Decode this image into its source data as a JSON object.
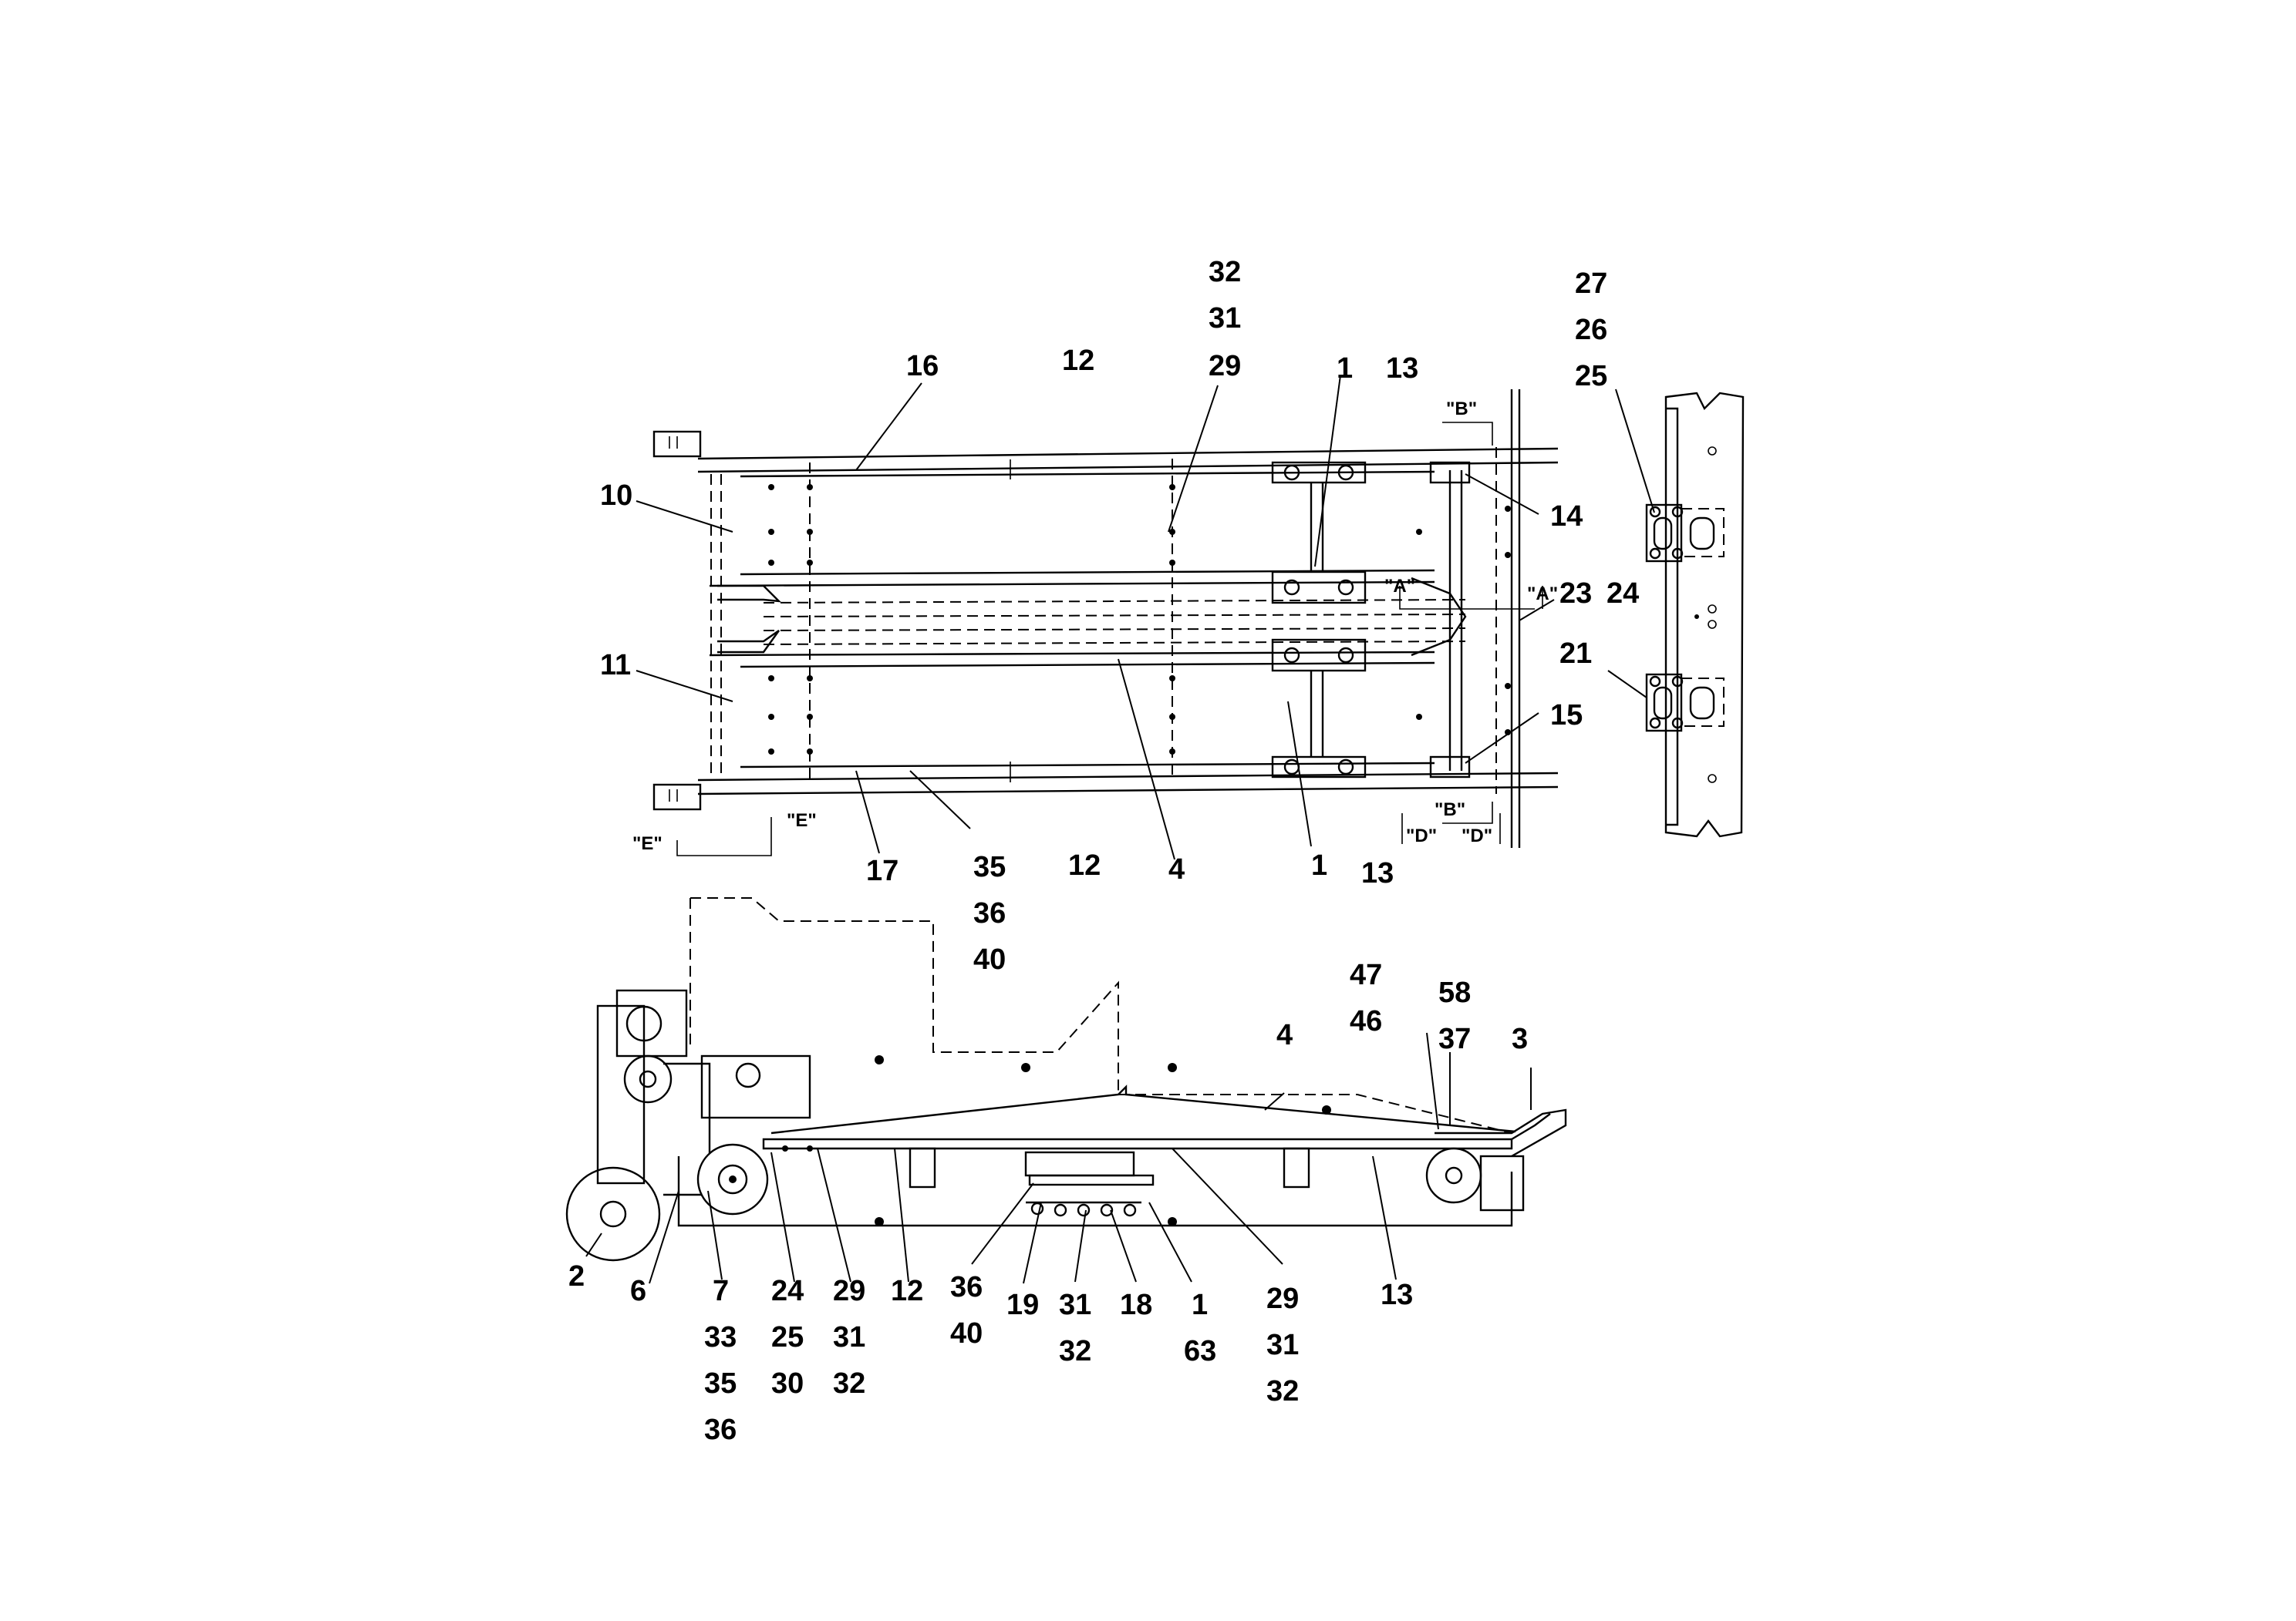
{
  "callouts": {
    "top_16": "16",
    "top_12a": "12",
    "top_32": "32",
    "top_31": "31",
    "top_29": "29",
    "top_1a": "1",
    "top_13a": "13",
    "top_10": "10",
    "top_14": "14",
    "top_23": "23",
    "top_24": "24",
    "top_11": "11",
    "top_15": "15",
    "top_17": "17",
    "top_35": "35",
    "top_36": "36",
    "top_40": "40",
    "top_12b": "12",
    "top_4": "4",
    "top_1b": "1",
    "top_13b": "13",
    "right_27": "27",
    "right_26": "26",
    "right_25": "25",
    "right_21": "21",
    "side_47": "47",
    "side_46": "46",
    "side_58": "58",
    "side_37": "37",
    "side_4": "4",
    "side_3": "3",
    "side_2": "2",
    "side_6": "6",
    "side_7": "7",
    "side_33": "33",
    "side_35": "35",
    "side_36a": "36",
    "side_24": "24",
    "side_25": "25",
    "side_30": "30",
    "side_29a": "29",
    "side_31a": "31",
    "side_32a": "32",
    "side_12": "12",
    "side_36b": "36",
    "side_40": "40",
    "side_19": "19",
    "side_31b": "31",
    "side_32b": "32",
    "side_18": "18",
    "side_1": "1",
    "side_63": "63",
    "side_29b": "29",
    "side_31c": "31",
    "side_32c": "32",
    "side_13": "13"
  },
  "view_tags": {
    "b_top": "\"B\"",
    "b_bottom": "\"B\"",
    "a_left": "\"A\"",
    "a_right": "\"A\"",
    "d_left": "\"D\"",
    "d_right": "\"D\"",
    "e_left": "\"E\"",
    "e_right": "\"E\""
  }
}
